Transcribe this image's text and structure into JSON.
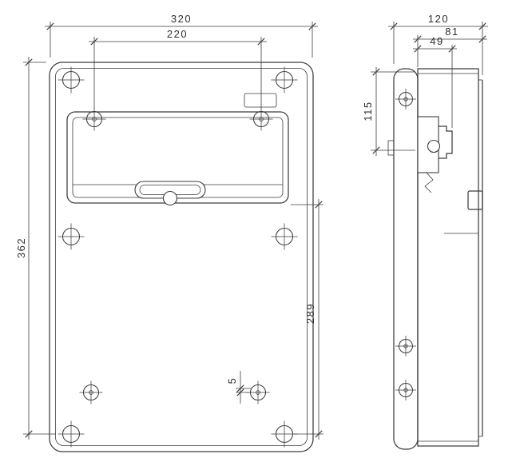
{
  "drawing": {
    "type": "enclosure-dimension-drawing",
    "line_color": "#3c3c3c",
    "text_color": "#2e2e2e",
    "background": "#ffffff",
    "front_view": {
      "dims": {
        "overall_width": "320",
        "top_hole_spacing": "220",
        "overall_height": "362",
        "lower_height": "289",
        "hole_offset": "5"
      }
    },
    "side_view": {
      "dims": {
        "overall_depth": "120",
        "depth_to_front": "81",
        "depth_to_rail": "49",
        "rail_height": "115"
      }
    }
  }
}
